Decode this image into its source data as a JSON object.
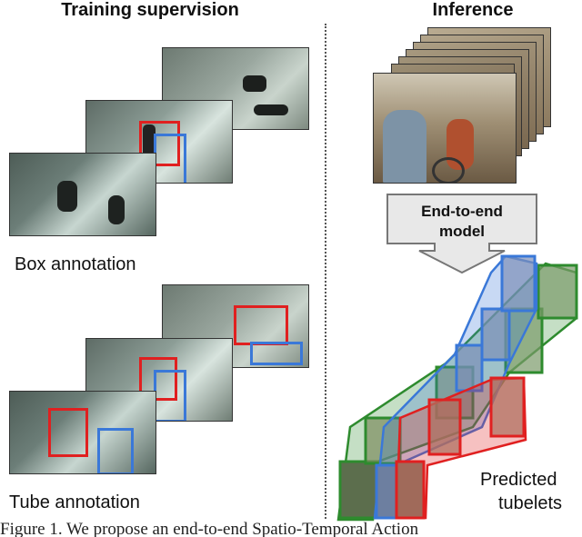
{
  "headings": {
    "training": "Training supervision",
    "inference": "Inference"
  },
  "labels": {
    "box_annotation": "Box annotation",
    "tube_annotation": "Tube annotation",
    "model": "End-to-end\nmodel",
    "model_line1": "End-to-end",
    "model_line2": "model",
    "predicted": "Predicted",
    "tubelets": "tubelets"
  },
  "caption": "Figure 1.   We propose an end-to-end Spatio-Temporal Action",
  "colors": {
    "red": "#e02020",
    "blue": "#3a78d8",
    "green": "#2e8b2e"
  }
}
